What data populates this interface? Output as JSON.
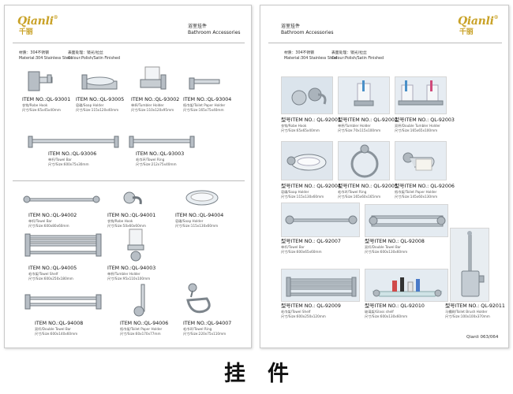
{
  "brand": {
    "logo_text": "Qianli",
    "logo_cn": "千丽",
    "reg": "®"
  },
  "section": {
    "cn": "浴室挂件",
    "en": "Bathroom Accessories"
  },
  "material": {
    "cn": "材质：304不锈钢",
    "en": "Material:304 Stainless Steel"
  },
  "finish": {
    "cn": "表面处理：镜光/拉丝",
    "en": "Colour:Polish/Satin Finished"
  },
  "left_items": [
    {
      "no": "ITEM NO.:QL-93001",
      "d1": "衣钩/Robe Hook",
      "d2": "尺寸/Size:65x45x40mm"
    },
    {
      "no": "ITEM NO.:QL-93005",
      "d1": "皂碟/Soap Holder",
      "d2": "尺寸/Size:115x120x40mm"
    },
    {
      "no": "ITEM NO.:QL-93002",
      "d1": "单杯/Tumbler Holder",
      "d2": "尺寸/Size:110x120x95mm"
    },
    {
      "no": "ITEM NO.:QL-93004",
      "d1": "纸巾架/Toilet Paper Holder",
      "d2": "尺寸/Size:165x75x40mm"
    },
    {
      "no": "ITEM NO.:QL-93006",
      "d1": "单杆/Towel Bar",
      "d2": "尺寸/Size:600x75x30mm"
    },
    {
      "no": "ITEM NO.:QL-93003",
      "d1": "毛巾环/Towel Ring",
      "d2": "尺寸/Size:212x75x40mm"
    },
    {
      "no": "ITEM NO.:QL-94002",
      "d1": "单杆/Towel Bar",
      "d2": "尺寸/Size:600x80x60mm"
    },
    {
      "no": "ITEM NO.:QL-94001",
      "d1": "衣钩/Robe Hook",
      "d2": "尺寸/Size:50x60x60mm"
    },
    {
      "no": "ITEM NO.:QL-94004",
      "d1": "皂碟/Soap Holder",
      "d2": "尺寸/Size:115x130x60mm"
    },
    {
      "no": "ITEM NO.:QL-94005",
      "d1": "毛巾架/Towel Shelf",
      "d2": "尺寸/Size:600x250x180mm"
    },
    {
      "no": "ITEM NO.:QL-94003",
      "d1": "单杯/Tumbler Holder",
      "d2": "尺寸/Size:95x110x100mm"
    },
    {
      "no": "ITEM NO.:QL-94008",
      "d1": "双杆/Double Towel Bar",
      "d2": "尺寸/Size:600x140x60mm"
    },
    {
      "no": "ITEM NO.:QL-94006",
      "d1": "纸巾架/Toilet Paper Holder",
      "d2": "尺寸/Size:60x170x77mm"
    },
    {
      "no": "ITEM NO.:QL-94007",
      "d1": "毛巾环/Towel Ring",
      "d2": "尺寸/Size:220x75x110mm"
    }
  ],
  "right_items": [
    {
      "no": "型号ITEM NO.: QL-92001",
      "d1": "衣钩/Robe Hook",
      "d2": "尺寸/Size:65x65x40mm"
    },
    {
      "no": "型号ITEM NO.: QL-92002",
      "d1": "单杯/Tumbler Holder",
      "d2": "尺寸/Size:70x115x100mm"
    },
    {
      "no": "型号ITEM NO.: QL-92003",
      "d1": "双杯/Double Tumbler Holder",
      "d2": "尺寸/Size:165x65x100mm"
    },
    {
      "no": "型号ITEM NO.: QL-92004",
      "d1": "皂碟/Soap Holder",
      "d2": "尺寸/Size:115x130x60mm"
    },
    {
      "no": "型号ITEM NO.: QL-92005",
      "d1": "毛巾环/Towel Ring",
      "d2": "尺寸/Size:165x60x165mm"
    },
    {
      "no": "型号ITEM NO.: QL-92006",
      "d1": "纸巾架/Toilet Paper Holder",
      "d2": "尺寸/Size:145x60x130mm"
    },
    {
      "no": "型号ITEM NO.: QL-92007",
      "d1": "单杆/Towel Bar",
      "d2": "尺寸/Size:600x65x60mm"
    },
    {
      "no": "型号ITEM NO.: QL-92008",
      "d1": "双杆/Double Towel Bar",
      "d2": "尺寸/Size:600x130x60mm"
    },
    {
      "no": "型号ITEM NO.: QL-92009",
      "d1": "毛巾架/Towel Shelf",
      "d2": "尺寸/Size:600x250x120mm"
    },
    {
      "no": "型号ITEM NO.: QL-92010",
      "d1": "玻璃架/Glass shelf",
      "d2": "尺寸/Size:600x130x60mm"
    },
    {
      "no": "型号ITEM NO.: QL-92011",
      "d1": "马桶刷/Toilet Brush Holder",
      "d2": "尺寸/Size:100x100x370mm"
    }
  ],
  "page_number": "Qianli  063/064",
  "big_title": "挂件",
  "colors": {
    "gold": "#c9a227",
    "steel": "#9aa3ab",
    "photo_bg": "#e4ebf1"
  }
}
